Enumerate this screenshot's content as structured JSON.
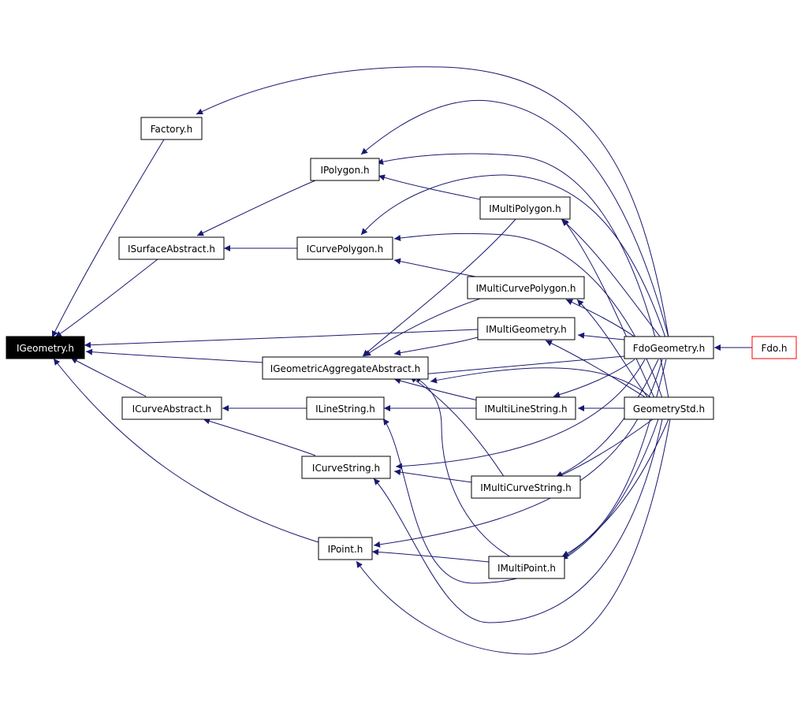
{
  "colors": {
    "edge": "#191970",
    "node_border": "#000000",
    "root_fill": "#000000",
    "root_text": "#ffffff",
    "leaf_border": "#ff0000"
  },
  "nodes": {
    "igeometry": "IGeometry.h",
    "factory": "Factory.h",
    "ipolygon": "IPolygon.h",
    "imultipolygon": "IMultiPolygon.h",
    "isurfaceabstract": "ISurfaceAbstract.h",
    "icurvepolygon": "ICurvePolygon.h",
    "imulticurvepolygon": "IMultiCurvePolygon.h",
    "imultigeometry": "IMultiGeometry.h",
    "igeometricaggregateabstract": "IGeometricAggregateAbstract.h",
    "fdogeometry": "FdoGeometry.h",
    "fdo": "Fdo.h",
    "icurveabstract": "ICurveAbstract.h",
    "ilinestring": "ILineString.h",
    "imultilinestring": "IMultiLineString.h",
    "geometrystd": "GeometryStd.h",
    "icurvestring": "ICurveString.h",
    "imulticurvestring": "IMultiCurveString.h",
    "ipoint": "IPoint.h",
    "imultipoint": "IMultiPoint.h"
  }
}
